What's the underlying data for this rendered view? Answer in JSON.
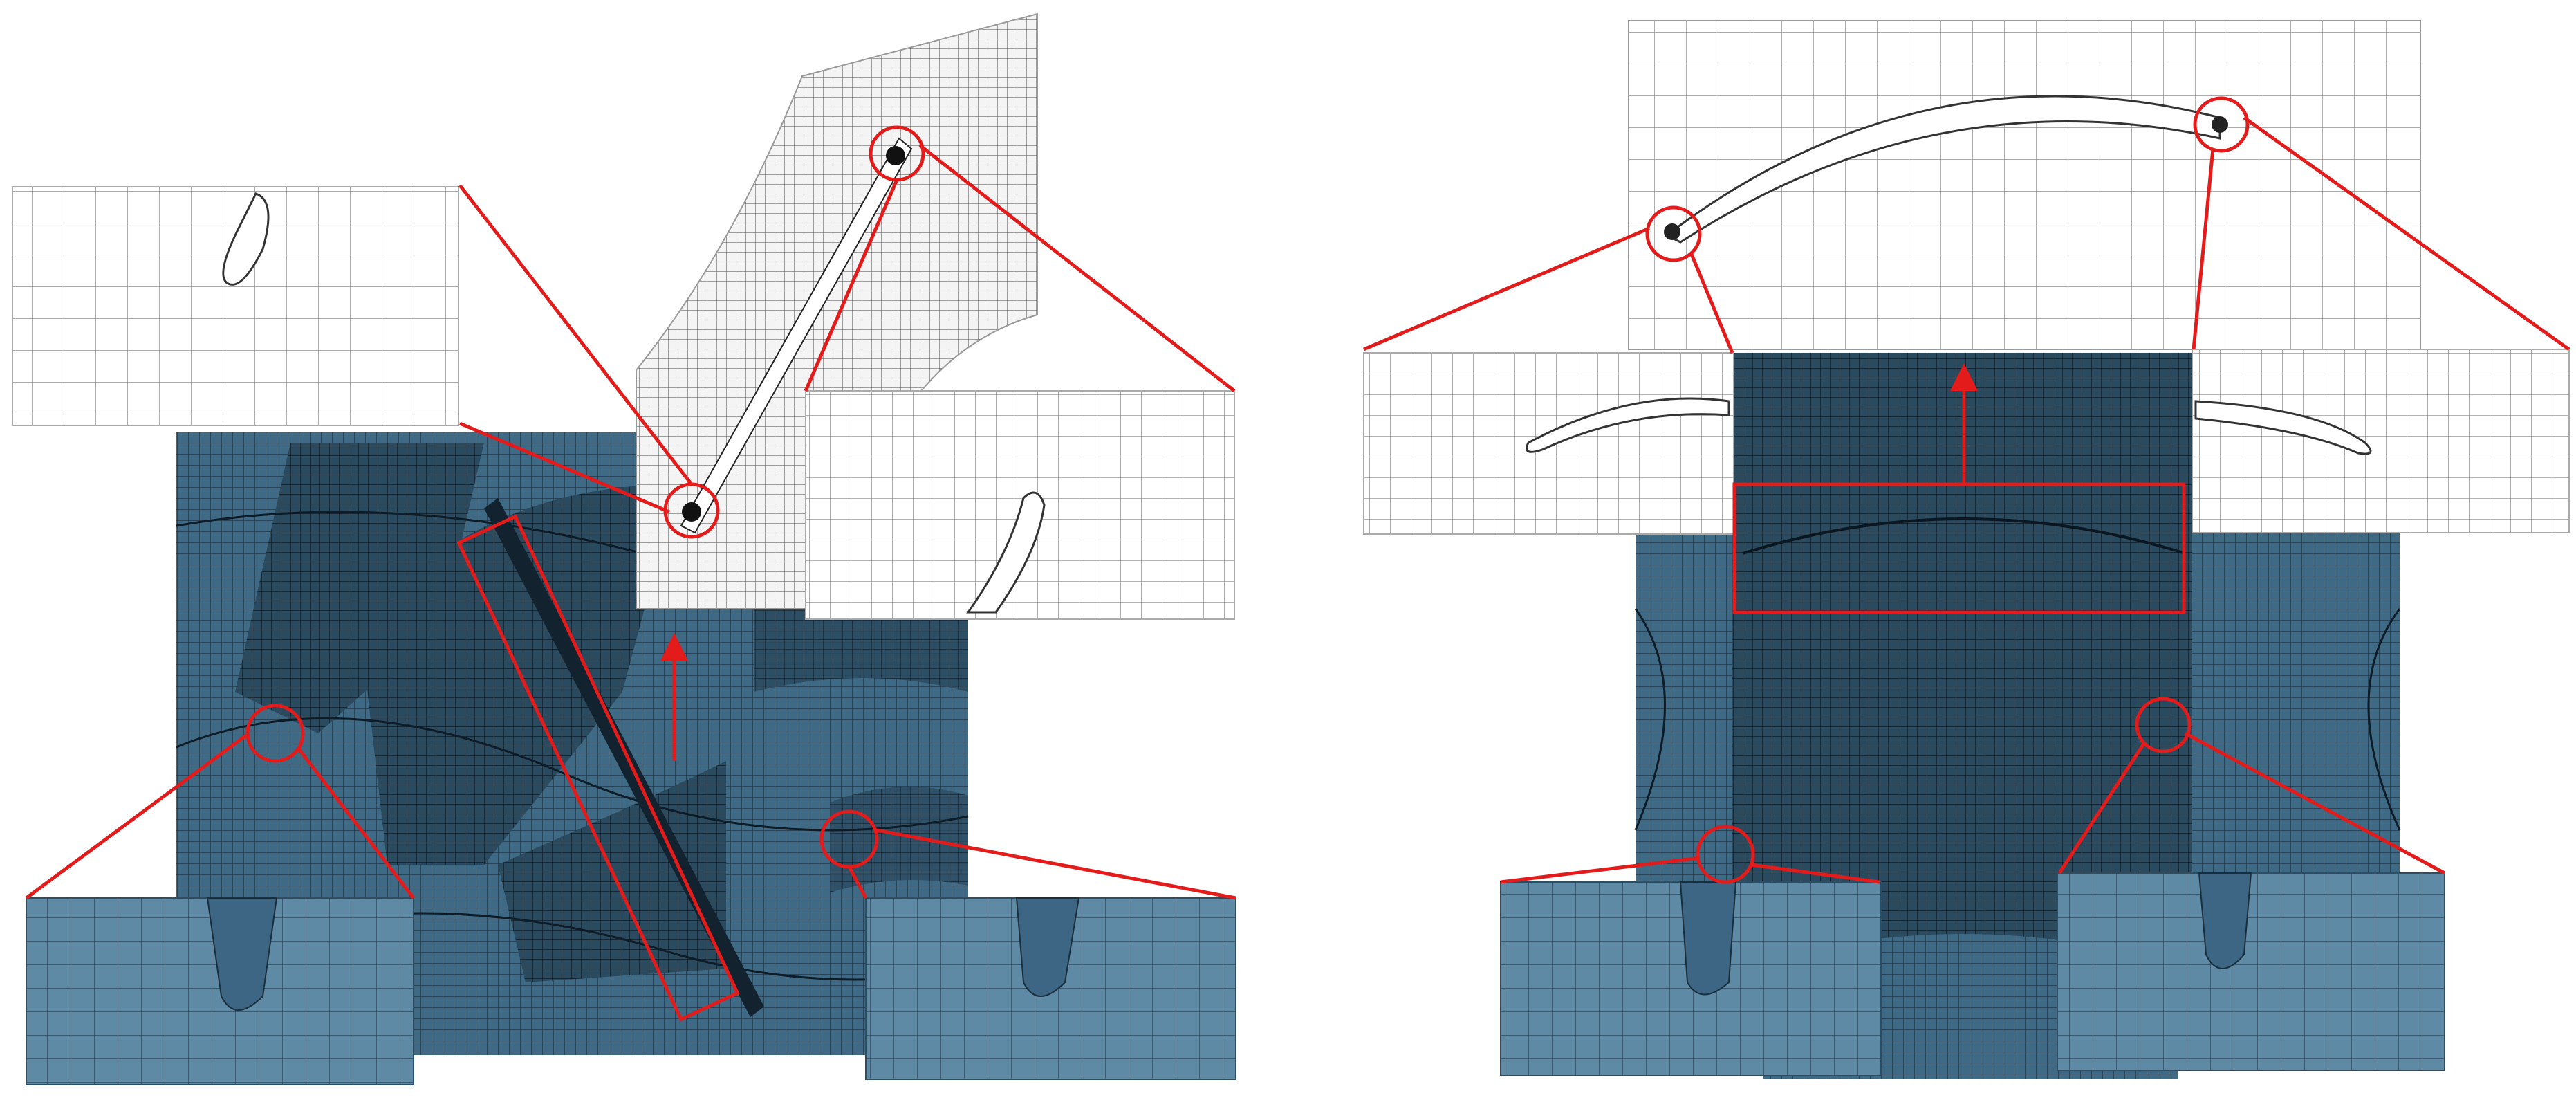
{
  "figure": {
    "panels": [
      {
        "id": "left-panel",
        "description_key": "axial-blade-mesh",
        "insets": [
          "hub-leading-edge-detail",
          "hub-trailing-edge-detail",
          "tip-leading-edge-detail",
          "tip-trailing-edge-detail"
        ],
        "callout_shapes": [
          "circle",
          "circle",
          "circle",
          "circle",
          "rectangle",
          "arrow"
        ]
      },
      {
        "id": "right-panel",
        "description_key": "centrifugal-blade-mesh",
        "insets": [
          "tip-leading-edge-detail",
          "tip-trailing-edge-detail",
          "hub-leading-edge-detail",
          "hub-trailing-edge-detail"
        ],
        "callout_shapes": [
          "circle",
          "circle",
          "circle",
          "circle",
          "rectangle",
          "arrow"
        ]
      }
    ],
    "colors": {
      "callout": "#e31b1b",
      "mesh_dark": "#1d3a4f",
      "mesh_mid": "#3e6a86",
      "mesh_light": "#5f8aa5",
      "mesh_line_dark": "#0e1c27",
      "wire_bg": "#ffffff",
      "wire_line": "#555555"
    }
  }
}
